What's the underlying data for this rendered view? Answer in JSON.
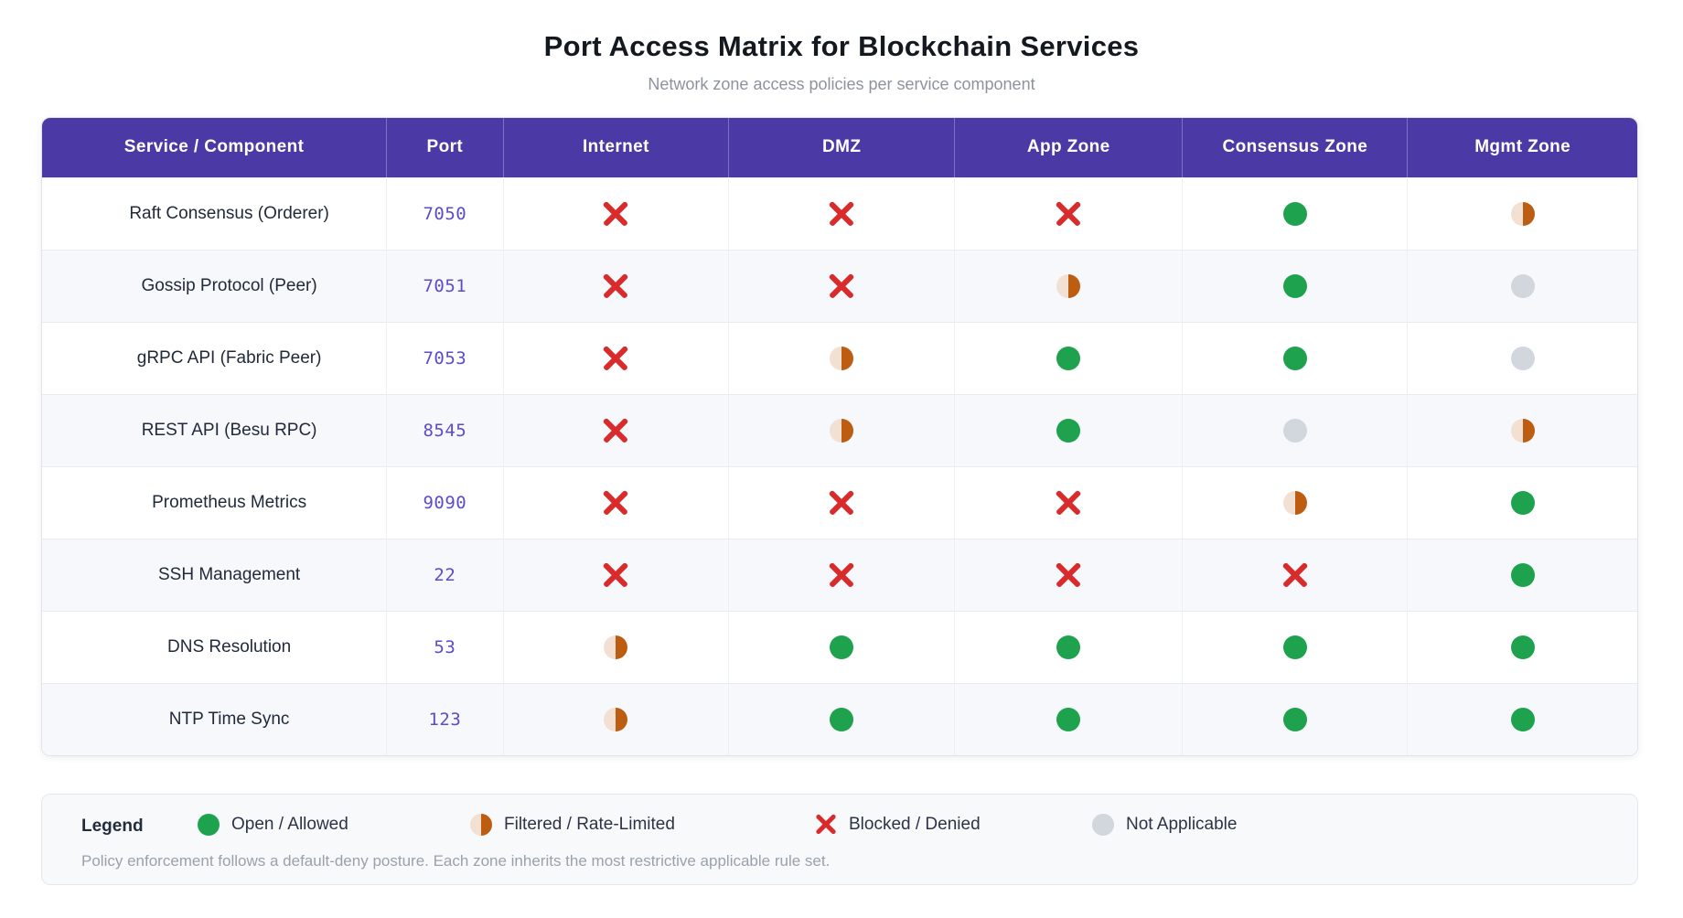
{
  "page": {
    "title": "Port Access Matrix for Blockchain Services",
    "subtitle": "Network zone access policies per service component"
  },
  "chart_data": {
    "type": "table",
    "title": "Port Access Matrix for Blockchain Services",
    "subtitle": "Network zone access policies per service component",
    "columns": [
      "Service / Component",
      "Port",
      "Internet",
      "DMZ",
      "App Zone",
      "Consensus Zone",
      "Mgmt Zone"
    ],
    "zone_columns": [
      "Internet",
      "DMZ",
      "App Zone",
      "Consensus Zone",
      "Mgmt Zone"
    ],
    "rows": [
      {
        "service": "Raft Consensus (Orderer)",
        "port": "7050",
        "zones": [
          "blocked",
          "blocked",
          "blocked",
          "open",
          "filtered"
        ]
      },
      {
        "service": "Gossip Protocol (Peer)",
        "port": "7051",
        "zones": [
          "blocked",
          "blocked",
          "filtered",
          "open",
          "na"
        ]
      },
      {
        "service": "gRPC API (Fabric Peer)",
        "port": "7053",
        "zones": [
          "blocked",
          "filtered",
          "open",
          "open",
          "na"
        ]
      },
      {
        "service": "REST API (Besu RPC)",
        "port": "8545",
        "zones": [
          "blocked",
          "filtered",
          "open",
          "na",
          "filtered"
        ]
      },
      {
        "service": "Prometheus Metrics",
        "port": "9090",
        "zones": [
          "blocked",
          "blocked",
          "blocked",
          "filtered",
          "open"
        ]
      },
      {
        "service": "SSH Management",
        "port": "22",
        "zones": [
          "blocked",
          "blocked",
          "blocked",
          "blocked",
          "open"
        ]
      },
      {
        "service": "DNS Resolution",
        "port": "53",
        "zones": [
          "filtered",
          "open",
          "open",
          "open",
          "open"
        ]
      },
      {
        "service": "NTP Time Sync",
        "port": "123",
        "zones": [
          "filtered",
          "open",
          "open",
          "open",
          "open"
        ]
      }
    ]
  },
  "legend": {
    "label": "Legend",
    "items": [
      {
        "status": "open",
        "label": "Open / Allowed"
      },
      {
        "status": "filtered",
        "label": "Filtered / Rate-Limited"
      },
      {
        "status": "blocked",
        "label": "Blocked / Denied"
      },
      {
        "status": "na",
        "label": "Not Applicable"
      }
    ],
    "note": "Policy enforcement follows a default-deny posture. Each zone inherits the most restrictive applicable rule set."
  },
  "status_icons": {
    "open": "green-circle-icon",
    "filtered": "half-filled-circle-icon",
    "blocked": "red-x-icon",
    "na": "gray-circle-icon"
  },
  "colors": {
    "header_bg": "#4b3aa6",
    "open_green": "#1fa24e",
    "filtered_light": "#f2e0d3",
    "filtered_dark": "#bd5d12",
    "blocked_red": "#d92b2b",
    "na_gray": "#d2d6dd",
    "port_text": "#5b4cc7",
    "row_alt_bg": "#f7f8fb"
  }
}
